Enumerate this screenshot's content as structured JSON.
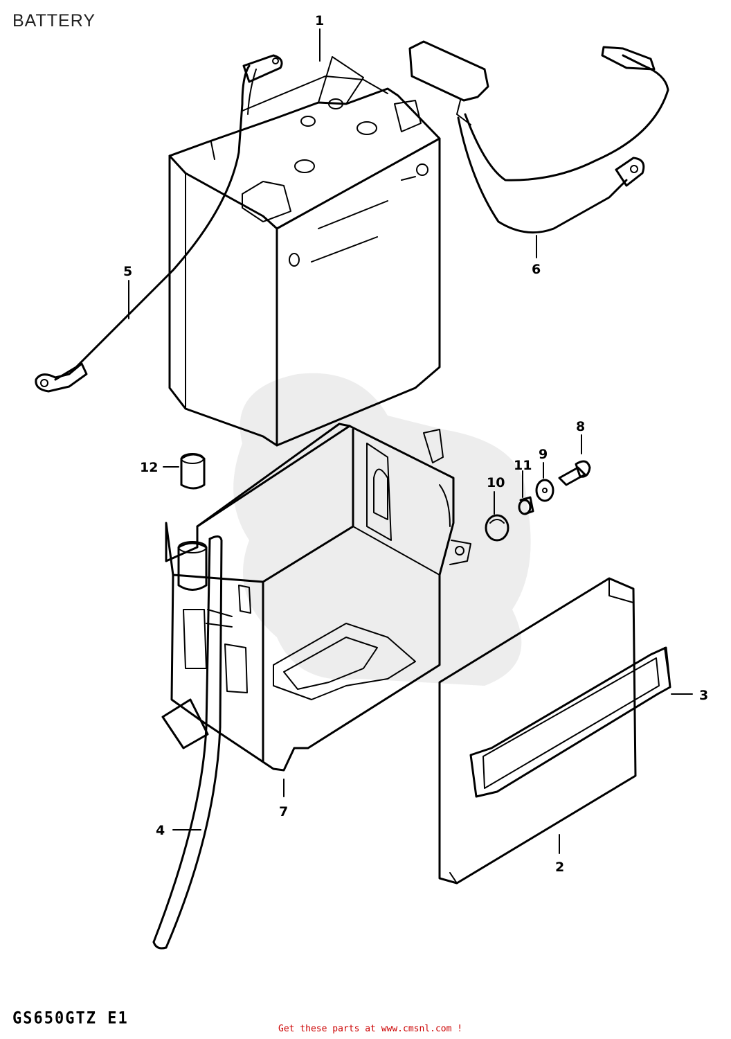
{
  "title": "BATTERY",
  "model_code": "GS650GTZ E1",
  "footer_link": "Get these parts at www.cmsnl.com !",
  "colors": {
    "footer_link": "#cc0000",
    "line": "#000000",
    "watermark": "#d8d8d8"
  },
  "callouts": {
    "c1": "1",
    "c2": "2",
    "c3": "3",
    "c4": "4",
    "c5": "5",
    "c6": "6",
    "c7": "7",
    "c8": "8",
    "c9": "9",
    "c10": "10",
    "c11": "11",
    "c12": "12"
  }
}
